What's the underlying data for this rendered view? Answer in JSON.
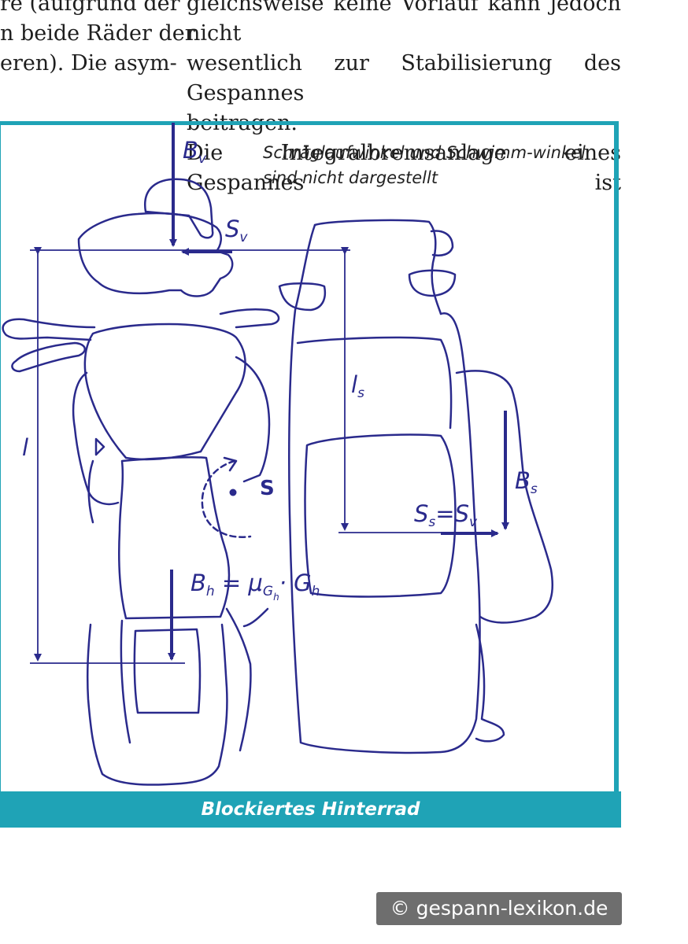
{
  "body_text": {
    "left_column": [
      "re (aufgrund der",
      "n beide Räder der",
      "eren). Die asym-"
    ],
    "right_column": [
      "gleichsweise keine Vorlauf kann jedoch nicht",
      "wesentlich zur Stabilisierung des Gespannes",
      "beitragen.",
      "Die Integralbremsanlage eines Gespannes ist"
    ]
  },
  "figure": {
    "note": "Schräglaufwinkel und Schwimm-winkel sind nicht dargestellt",
    "labels": {
      "bv": {
        "main": "B",
        "sub": "v"
      },
      "sv": {
        "main": "S",
        "sub": "v"
      },
      "l": "l",
      "ls": {
        "main": "l",
        "sub": "s"
      },
      "s": "S",
      "bs": {
        "main": "B",
        "sub": "s"
      },
      "ss_eq": {
        "main": "S",
        "sub": "s",
        "eq": "=",
        "main2": "S",
        "sub2": "v"
      },
      "bh_eq": {
        "main": "B",
        "sub": "h",
        "eq": " = μ",
        "sub_mu": "G",
        "subsub": "h",
        "dot": "·",
        "main2": " G",
        "sub2": "h"
      }
    },
    "caption": "Blockiertes Hinterrad",
    "colors": {
      "frame": "#1fa3b6",
      "outline": "#2a2a8c",
      "arrow": "#2a2a8c"
    }
  },
  "watermark": "© gespann-lexikon.de"
}
